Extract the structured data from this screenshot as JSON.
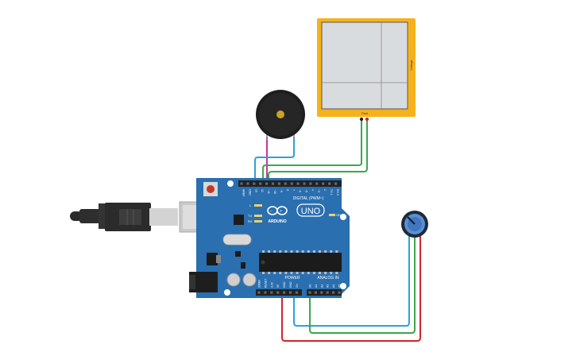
{
  "board": {
    "brand": "ARDUINO",
    "model": "UNO",
    "digital_label": "DIGITAL (PWM~)",
    "power_label": "POWER",
    "analog_label": "ANALOG IN",
    "on_label": "ON",
    "led_l": "L",
    "led_tx": "TX",
    "led_rx": "RX",
    "digital_pins": [
      "AREF",
      "GND",
      "13",
      "12",
      "~11",
      "~10",
      "~9",
      "8",
      "7",
      "~6",
      "~5",
      "4",
      "~3",
      "2",
      "TX 1",
      "RX 0"
    ],
    "power_pins": [
      "IOREF",
      "RESET",
      "3.3V",
      "5V",
      "GND",
      "GND",
      "Vin"
    ],
    "analog_pins": [
      "A0",
      "A1",
      "A2",
      "A3",
      "A4",
      "A5"
    ]
  },
  "oscilloscope": {
    "x_label": "Time",
    "y_label": "Voltage"
  },
  "colors": {
    "board": "#2a6fb0",
    "board_dark": "#1f5a94",
    "wire_red": "#d0252c",
    "wire_green": "#3aa84a",
    "wire_blue": "#2aa3d8",
    "wire_pink": "#c2389c",
    "scope_frame": "#f6b21a",
    "scope_screen": "#d9dcdf"
  }
}
